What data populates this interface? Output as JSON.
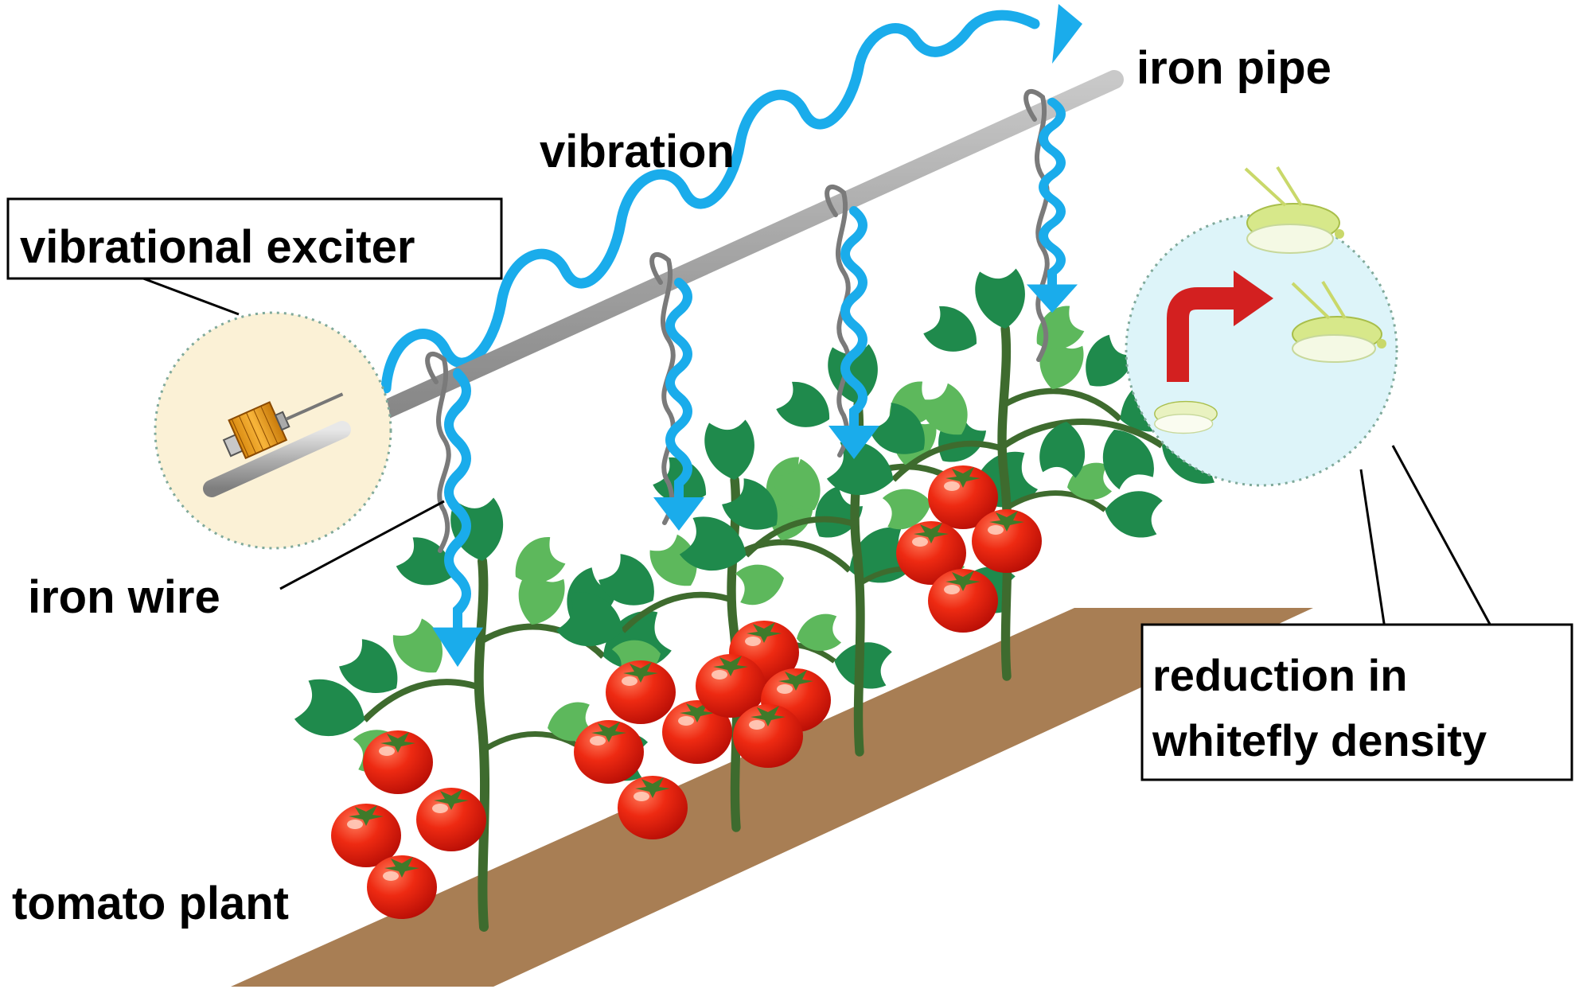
{
  "labels": {
    "vibration": "vibration",
    "iron_pipe": "iron pipe",
    "vibrational_exciter": "vibrational exciter",
    "iron_wire": "iron wire",
    "tomato_plant": "tomato plant",
    "reduction_line1": "reduction in",
    "reduction_line2": "whitefly density"
  },
  "colors": {
    "vibration_wave": "#1AACEB",
    "pipe": "#9E9E9E",
    "wire": "#7A7A7A",
    "soil": "#A87E54",
    "tomato": "#E0200E",
    "leaf_dark": "#1F8A4C",
    "leaf_light": "#5DB85C",
    "stem": "#3E6B2E",
    "exciter_circle": "#FBF1D6",
    "whitefly_circle": "#DDF4F9",
    "red_arrow": "#D32020",
    "whitefly": "#D7E88A"
  },
  "icons": [
    "vibrational-exciter-icon",
    "whitefly-icon",
    "red-turn-arrow-icon",
    "tomato-icon",
    "leaf-icon"
  ]
}
